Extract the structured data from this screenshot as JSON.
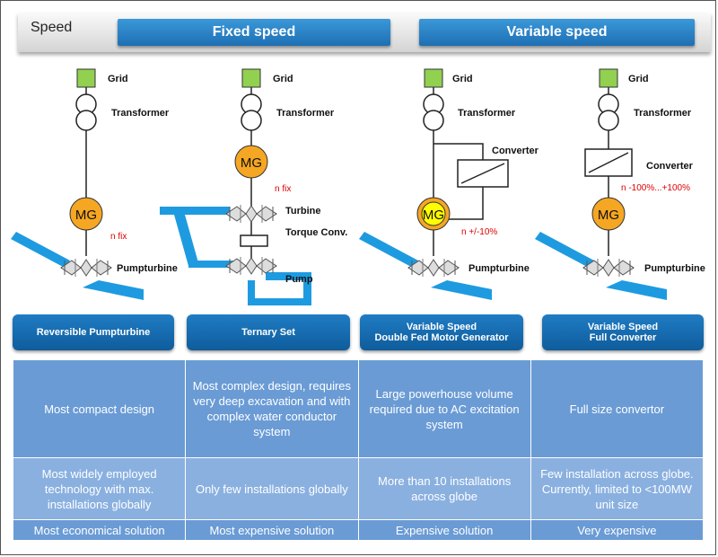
{
  "header": {
    "speed_label": "Speed",
    "fixed_label": "Fixed speed",
    "variable_label": "Variable speed"
  },
  "labels": {
    "grid": "Grid",
    "transformer": "Transformer",
    "mg": "MG",
    "converter": "Converter",
    "pumpturbine": "Pumpturbine",
    "turbine": "Turbine",
    "torque_conv": "Torque Conv.",
    "pump": "Pump",
    "n_fix": "n fix",
    "n_dfmg": "n +/-10%",
    "n_full": "n -100%...+100%"
  },
  "types": [
    {
      "line1": "Reversible Pumpturbine",
      "line2": ""
    },
    {
      "line1": "Ternary Set",
      "line2": ""
    },
    {
      "line1": "Variable Speed",
      "line2": "Double Fed Motor Generator"
    },
    {
      "line1": "Variable Speed",
      "line2": "Full Converter"
    }
  ],
  "table": {
    "rows": [
      [
        "Most compact design",
        "Most complex design, requires very deep excavation and with complex water conductor system",
        "Large powerhouse volume required due to AC excitation system",
        "Full size convertor"
      ],
      [
        "Most widely employed technology with max. installations globally",
        "Only few installations globally",
        "More than 10 installations across globe",
        "Few installation across globe. Currently, limited to <100MW unit size"
      ],
      [
        "Most economical solution",
        "Most expensive solution",
        "Expensive solution",
        "Very expensive"
      ]
    ]
  },
  "colors": {
    "accent_blue": "#1f7cc4",
    "grid_green": "#92d050",
    "mg_orange": "#f5a623",
    "mg_yellow": "#ffff00",
    "water_blue": "#1e9be0",
    "red_text": "#e00000"
  }
}
